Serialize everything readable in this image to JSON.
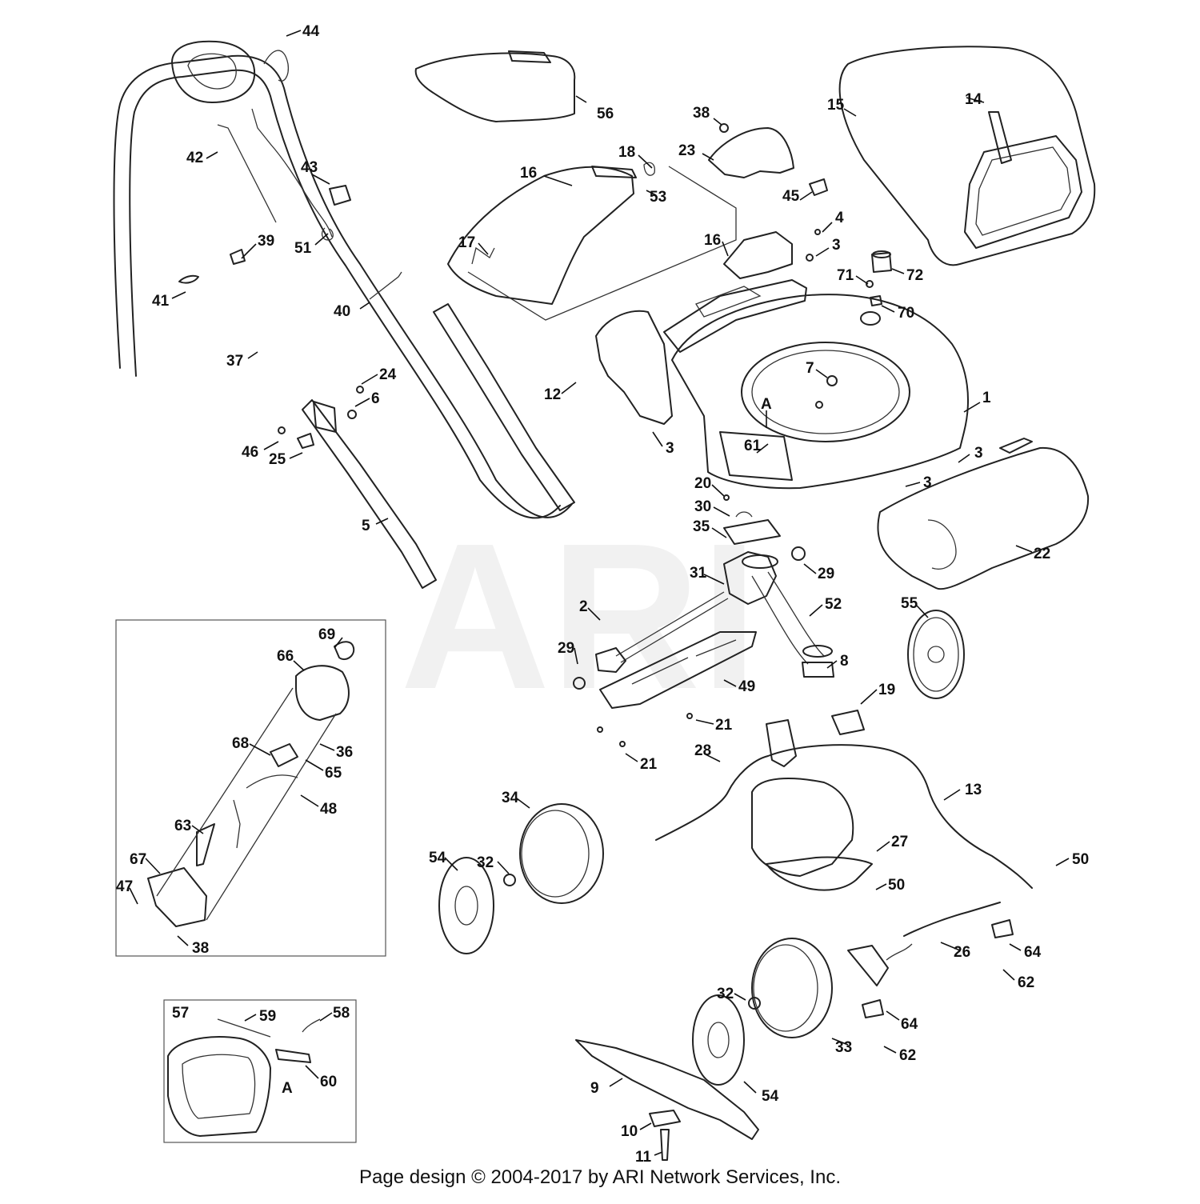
{
  "watermark": "ARI",
  "footer": "Page design © 2004-2017 by ARI Network Services, Inc.",
  "callouts": {
    "p1": "1",
    "p2": "2",
    "p3a": "3",
    "p3b": "3",
    "p3c": "3",
    "p3d": "3",
    "p4": "4",
    "p5": "5",
    "p6": "6",
    "p7": "7",
    "p8": "8",
    "p9": "9",
    "p10": "10",
    "p11": "11",
    "p12": "12",
    "p13": "13",
    "p14": "14",
    "p15": "15",
    "p16a": "16",
    "p16b": "16",
    "p17": "17",
    "p18": "18",
    "p19": "19",
    "p20": "20",
    "p21a": "21",
    "p21b": "21",
    "p22": "22",
    "p23": "23",
    "p24": "24",
    "p25": "25",
    "p26": "26",
    "p27": "27",
    "p28": "28",
    "p29a": "29",
    "p29b": "29",
    "p30": "30",
    "p31": "31",
    "p32a": "32",
    "p32b": "32",
    "p33": "33",
    "p34": "34",
    "p35": "35",
    "p36": "36",
    "p37": "37",
    "p38a": "38",
    "p38b": "38",
    "p39": "39",
    "p40": "40",
    "p41": "41",
    "p42": "42",
    "p43": "43",
    "p44": "44",
    "p45": "45",
    "p46": "46",
    "p47": "47",
    "p48": "48",
    "p49": "49",
    "p50a": "50",
    "p50b": "50",
    "p51": "51",
    "p52": "52",
    "p53": "53",
    "p54a": "54",
    "p54b": "54",
    "p55": "55",
    "p56": "56",
    "p57": "57",
    "p58": "58",
    "p59": "59",
    "p60": "60",
    "p61": "61",
    "p62a": "62",
    "p62b": "62",
    "p63": "63",
    "p64a": "64",
    "p64b": "64",
    "p65": "65",
    "p66": "66",
    "p67": "67",
    "p68": "68",
    "p69": "69",
    "p70": "70",
    "p71": "71",
    "p72": "72",
    "refA1": "A",
    "refA2": "A"
  }
}
